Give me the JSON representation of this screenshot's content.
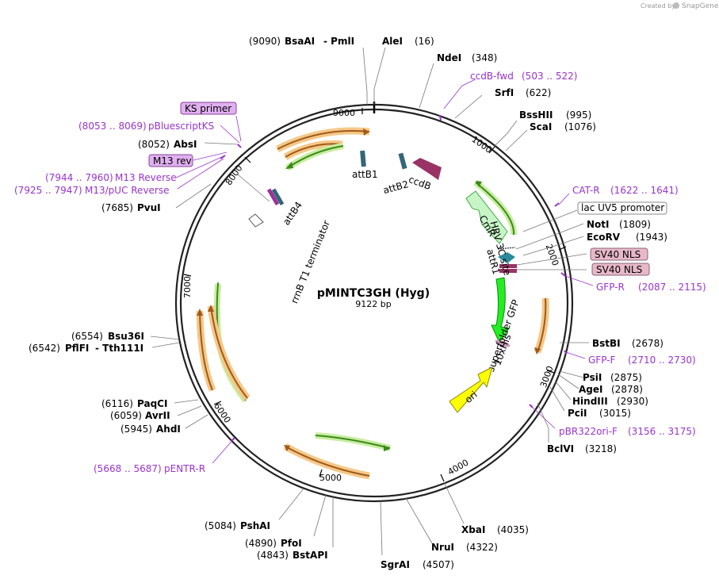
{
  "credit": "Created by",
  "brand": "SnapGene",
  "plasmid": {
    "name": "pMINTC3GH (Hyg)",
    "size_label": "9122 bp"
  },
  "colors": {
    "backbone": "#222222",
    "primer": "#9933cc",
    "orange_arrow": "#a05a1a",
    "orange_glow": "#f5c888",
    "green_arrow": "#3a8a1a",
    "green_glow": "#c8eda0",
    "cmr": "#c8f5c8",
    "gfp": "#22ee22",
    "ori": "#ffff00",
    "ccdb": "#993366",
    "att": "#336677",
    "nls_box": "#e8b8c8"
  },
  "ticks": [
    "1000",
    "2000",
    "3000",
    "4000",
    "5000",
    "6000",
    "7000",
    "8000",
    "9000"
  ],
  "sites": {
    "bsaai": {
      "name": "BsaAI",
      "pos": "(9090)"
    },
    "pmli": {
      "name": "- PmlI"
    },
    "alei": {
      "name": "AleI",
      "pos": "(16)"
    },
    "ndei": {
      "name": "NdeI",
      "pos": "(348)"
    },
    "srfi": {
      "name": "SrfI",
      "pos": "(622)"
    },
    "bsshii": {
      "name": "BssHII",
      "pos": "(995)"
    },
    "scai": {
      "name": "ScaI",
      "pos": "(1076)"
    },
    "noti": {
      "name": "NotI",
      "pos": "(1809)"
    },
    "ecorv": {
      "name": "EcoRV",
      "pos": "(1943)"
    },
    "bstbi": {
      "name": "BstBI",
      "pos": "(2678)"
    },
    "psii": {
      "name": "PsiI",
      "pos": "(2875)"
    },
    "agei": {
      "name": "AgeI",
      "pos": "(2878)"
    },
    "hindiii": {
      "name": "HindIII",
      "pos": "(2930)"
    },
    "pcii": {
      "name": "PciI",
      "pos": "(3015)"
    },
    "bclvi": {
      "name": "BclVI",
      "pos": "(3218)"
    },
    "xbai": {
      "name": "XbaI",
      "pos": "(4035)"
    },
    "nrui": {
      "name": "NruI",
      "pos": "(4322)"
    },
    "sgrai": {
      "name": "SgrAI",
      "pos": "(4507)"
    },
    "bstapi": {
      "name": "BstAPI",
      "pos": "(4843)"
    },
    "pfoi": {
      "name": "PfoI",
      "pos": "(4890)"
    },
    "pshai": {
      "name": "PshAI",
      "pos": "(5084)"
    },
    "ahdi": {
      "name": "AhdI",
      "pos": "(5945)"
    },
    "avrii": {
      "name": "AvrII",
      "pos": "(6059)"
    },
    "paqci": {
      "name": "PaqCI",
      "pos": "(6116)"
    },
    "pflfi": {
      "name": "PflFI",
      "pos": "(6542)"
    },
    "tth111i": {
      "name": "- Tth111I"
    },
    "bsu36i": {
      "name": "Bsu36I",
      "pos": "(6554)"
    },
    "pvui": {
      "name": "PvuI",
      "pos": "(7685)"
    },
    "absi": {
      "name": "AbsI",
      "pos": "(8052)"
    }
  },
  "primers": {
    "ccdb_fwd": {
      "name": "ccdB-fwd",
      "range": "(503 .. 522)"
    },
    "cat_r": {
      "name": "CAT-R",
      "range": "(1622 .. 1641)"
    },
    "gfp_r": {
      "name": "GFP-R",
      "range": "(2087 .. 2115)"
    },
    "gfp_f": {
      "name": "GFP-F",
      "range": "(2710 .. 2730)"
    },
    "pbr322": {
      "name": "pBR322ori-F",
      "range": "(3156 .. 3175)"
    },
    "pentr_r": {
      "name": "pENTR-R",
      "range": "(5668 .. 5687)"
    },
    "m13_puc": {
      "name": "M13/pUC Reverse",
      "range": "(7925 .. 7947)"
    },
    "m13_rev": {
      "name": "M13 Reverse",
      "range": "(7944 .. 7960)"
    },
    "pbluescript": {
      "name": "pBluescriptKS",
      "range": "(8053 .. 8069)"
    }
  },
  "boxes": {
    "ks_primer": "KS primer",
    "m13_rev_box": "M13 rev",
    "lac_uv5": "lac UV5 promoter",
    "sv40_1": "SV40 NLS",
    "sv40_2": "SV40 NLS"
  },
  "features": {
    "attb1": "attB1",
    "attb2": "attB2",
    "ccdb": "ccdB",
    "cmr": "CmR",
    "attr1": "attR1",
    "hrv": "HRV 3C site",
    "sfgfp": "superfolder GFP",
    "his": "10xHis",
    "ori": "ori",
    "rrnb": "rrnB T1 terminator",
    "attb4": "attB4"
  }
}
